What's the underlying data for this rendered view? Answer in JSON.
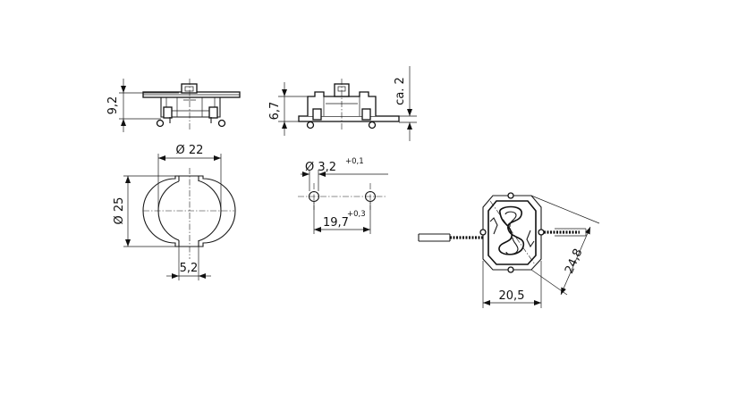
{
  "dimensions": {
    "height_side": "9,2",
    "height_front": "6,7",
    "offset_top": "ca. 2",
    "outer_dia": "Ø 22",
    "body_dia": "Ø 25",
    "slot_width": "5,2",
    "hole_dia": "Ø 3,2",
    "hole_dia_tol": "+0,1",
    "hole_spacing": "19,7",
    "hole_spacing_tol": "+0,3",
    "width": "20,5",
    "diagonal": "24,8"
  }
}
